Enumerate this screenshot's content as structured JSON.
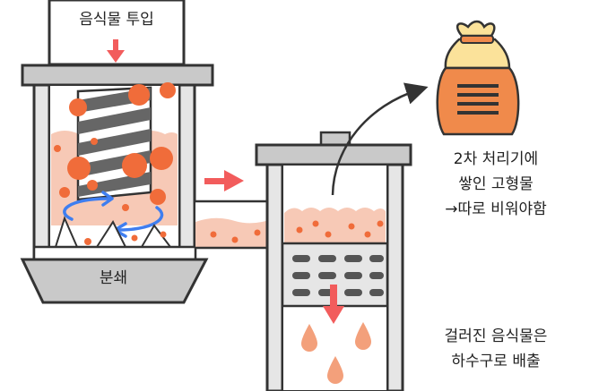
{
  "labels": {
    "input": "음식물 투입",
    "grind": "분쇄",
    "secondary": [
      "2차 처리기에",
      "쌓인 고형물",
      "→따로 비워야함"
    ],
    "drain": [
      "걸러진 음식물은",
      "하수구로 배출"
    ]
  },
  "colors": {
    "outline": "#333333",
    "frame_fill": "#c9c9c9",
    "wall_fill": "#e6e6e6",
    "food_light": "#f7c9b6",
    "food_particle": "#f06c3a",
    "food_bag": "#f08a4b",
    "bag_top": "#fbe29a",
    "arrow_red": "#f25c5c",
    "rotation_blue": "#3f7ef0",
    "filter_dark": "#555555",
    "drop": "#f3a07b",
    "text": "#222222"
  }
}
